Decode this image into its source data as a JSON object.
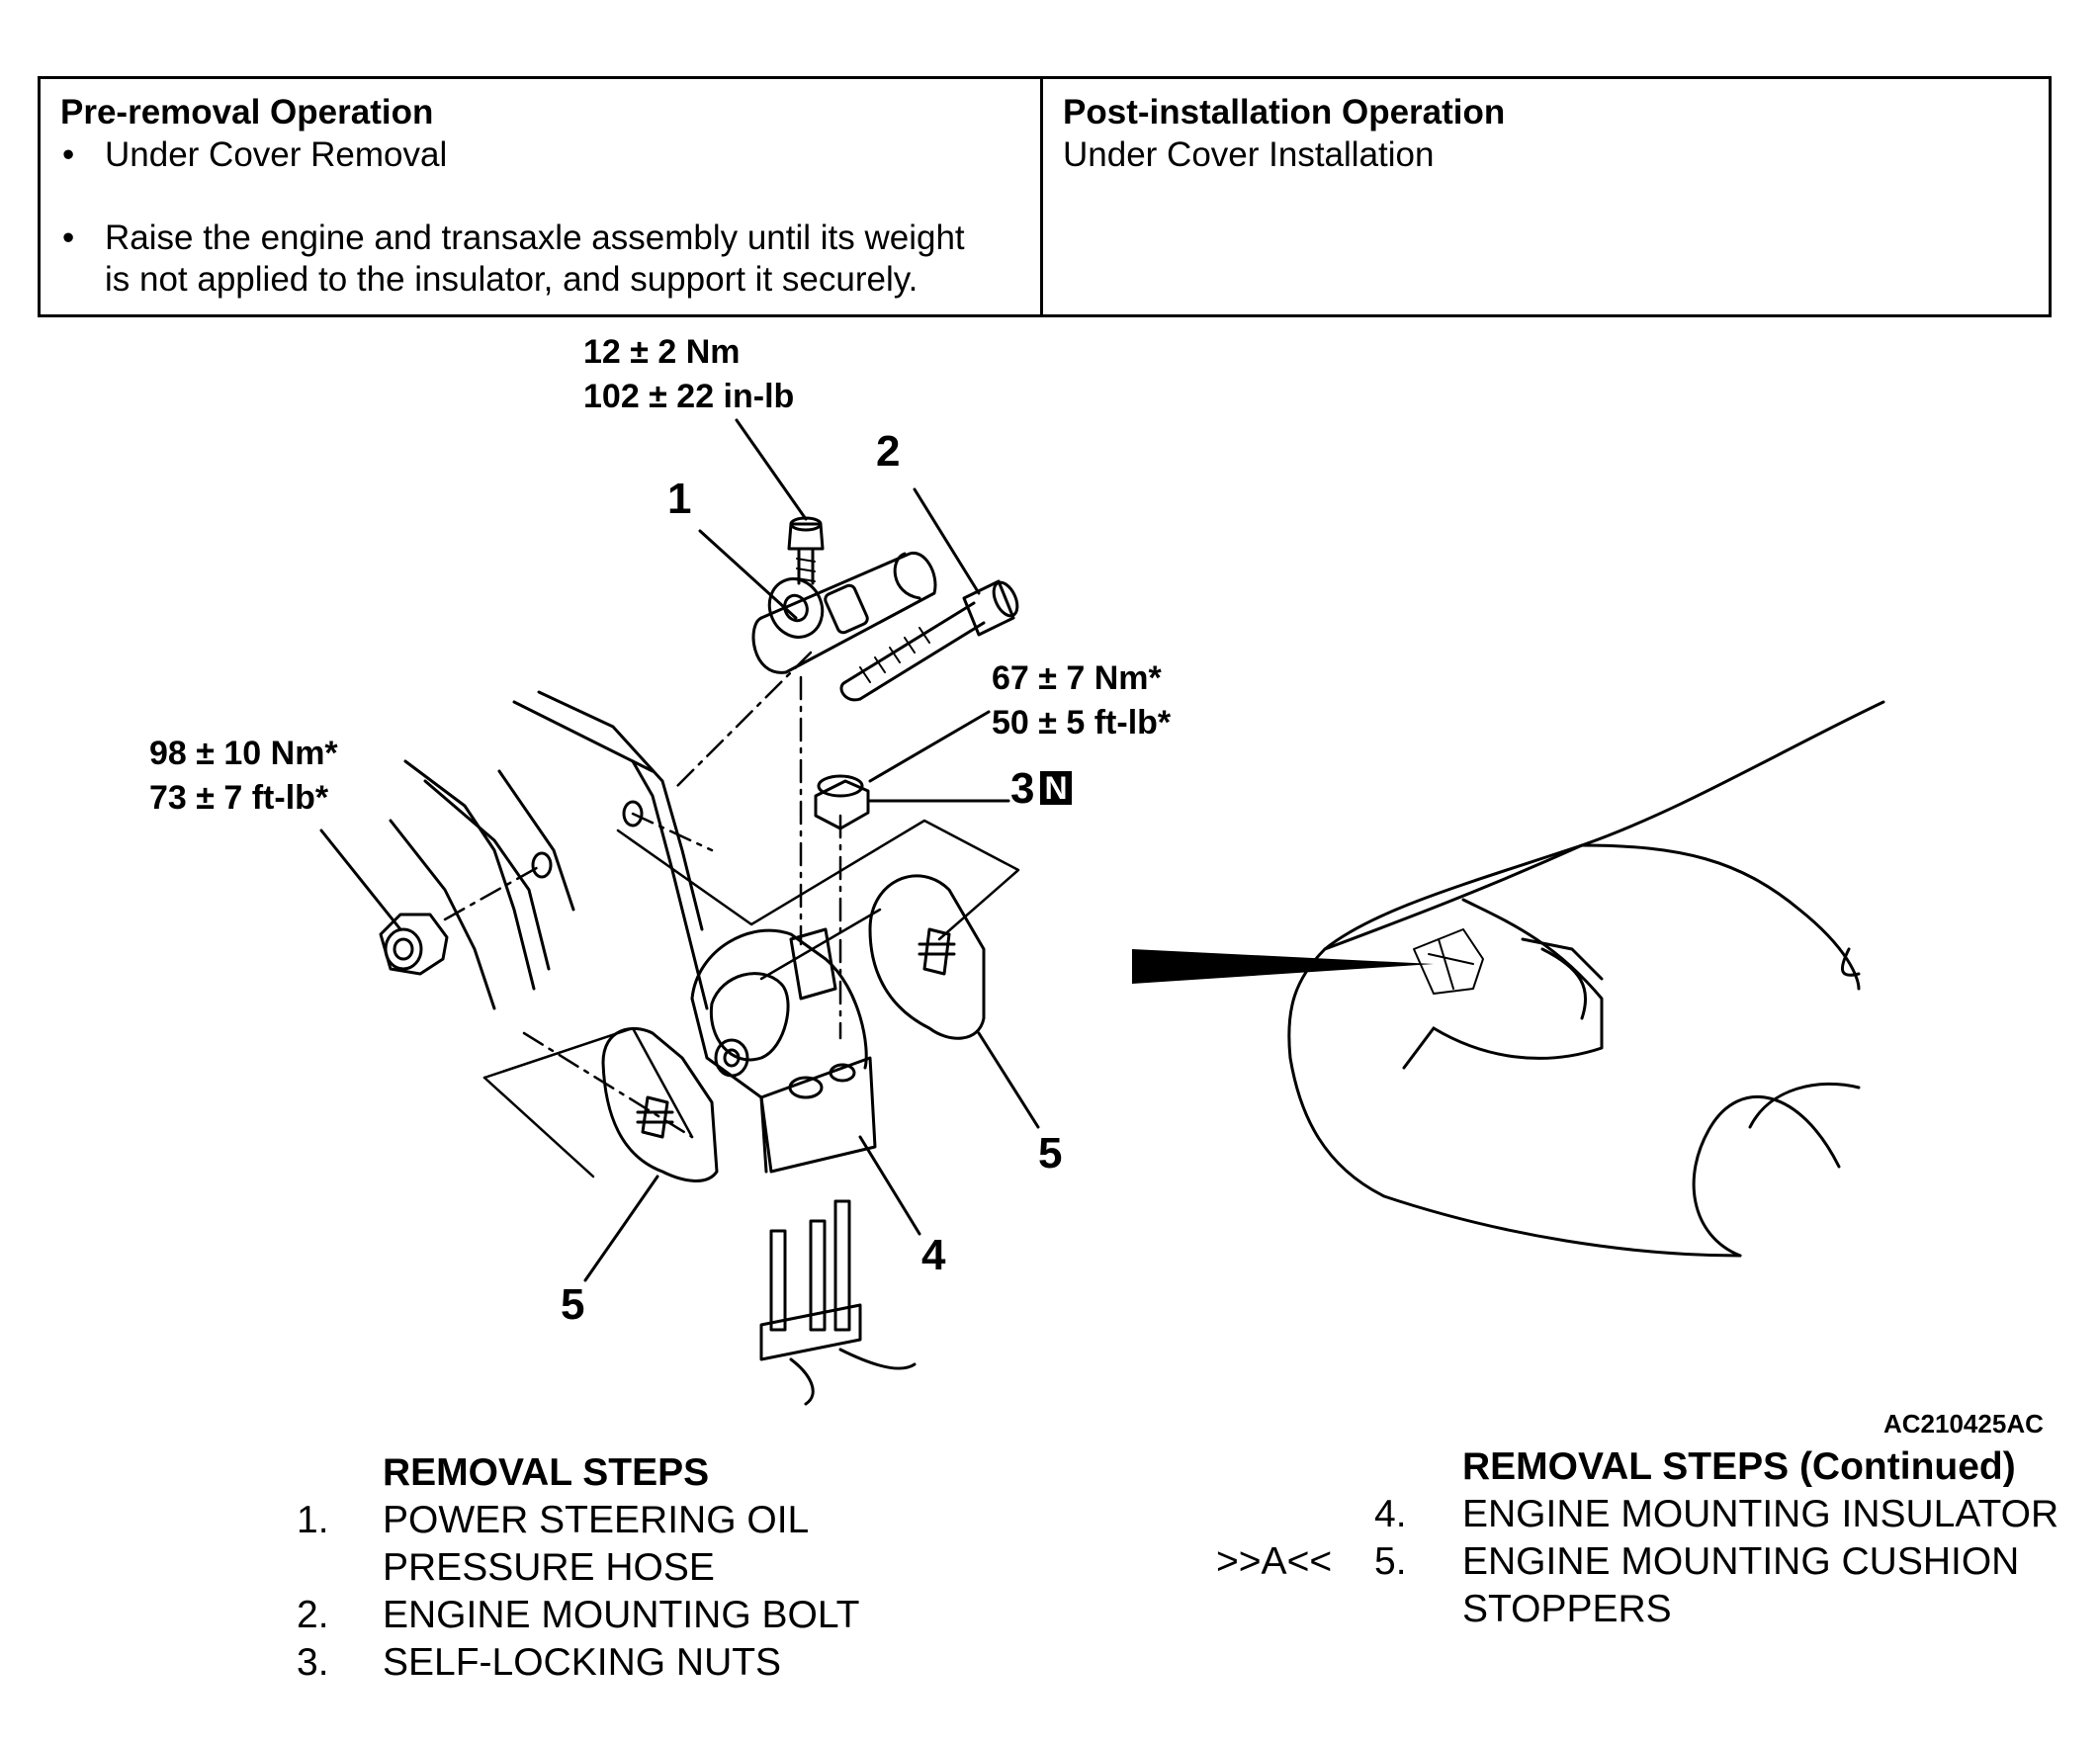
{
  "operations": {
    "pre_removal": {
      "heading": "Pre-removal Operation",
      "items": [
        {
          "bullet": "•",
          "text": "Under Cover Removal"
        },
        {
          "bullet": "•",
          "text_line1": "Raise the engine and transaxle assembly until its weight",
          "text_line2": "is not applied to the insulator, and support it securely."
        }
      ]
    },
    "post_installation": {
      "heading": "Post-installation Operation",
      "text": "Under Cover Installation"
    }
  },
  "diagram": {
    "torque_bolt": {
      "metric": "12 ± 2 Nm",
      "imperial": "102 ± 22 in-lb"
    },
    "torque_nut": {
      "metric": "67 ± 7 Nm*",
      "imperial": "50 ± 5 ft-lb*"
    },
    "torque_side": {
      "metric": "98 ± 10 Nm*",
      "imperial": "73 ± 7 ft-lb*"
    },
    "callouts": {
      "c1": "1",
      "c2": "2",
      "c3": "3",
      "c3_badge": "N",
      "c4": "4",
      "c5a": "5",
      "c5b": "5"
    },
    "figure_code": "AC210425AC"
  },
  "removal_steps": {
    "title": "REMOVAL STEPS",
    "items": [
      {
        "num": "1.",
        "line1": "POWER STEERING OIL",
        "line2": "PRESSURE HOSE"
      },
      {
        "num": "2.",
        "line1": "ENGINE MOUNTING BOLT"
      },
      {
        "num": "3.",
        "line1": "SELF-LOCKING NUTS"
      }
    ]
  },
  "removal_steps_continued": {
    "title": "REMOVAL STEPS (Continued)",
    "items": [
      {
        "num": "4.",
        "line1": "ENGINE MOUNTING INSULATOR"
      },
      {
        "marker": ">>A<<",
        "num": "5.",
        "line1": "ENGINE MOUNTING CUSHION",
        "line2": "STOPPERS"
      }
    ]
  }
}
